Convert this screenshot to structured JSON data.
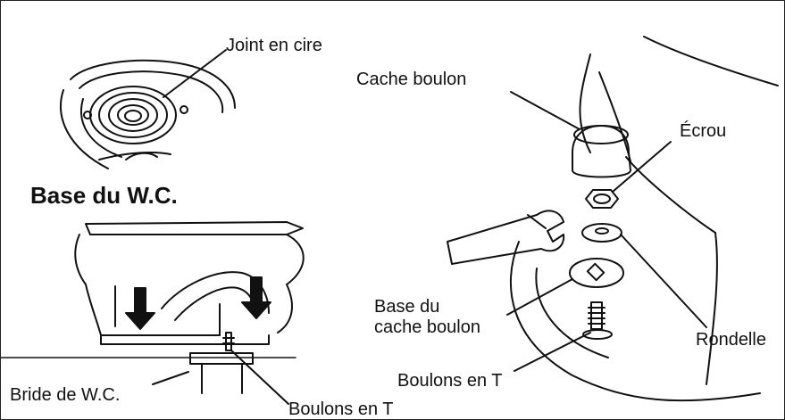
{
  "labels": {
    "joint_en_cire": "Joint en cire",
    "base_du_wc": "Base du W.C.",
    "cache_boulon": "Cache boulon",
    "ecrou": "Écrou",
    "base_du_cache_boulon": "Base du\ncache boulon",
    "rondelle": "Rondelle",
    "boulons_en_t_right": "Boulons en T",
    "bride_de_wc": "Bride de W.C.",
    "boulons_en_t_bottom": "Boulons en T"
  },
  "colors": {
    "line": "#111111",
    "background": "#ffffff"
  }
}
